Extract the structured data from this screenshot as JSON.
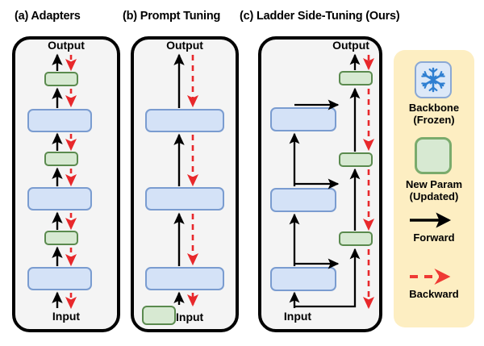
{
  "figure": {
    "panels": [
      {
        "id": "a",
        "title": "(a) Adapters",
        "input_label": "Input",
        "output_label": "Output"
      },
      {
        "id": "b",
        "title": "(b) Prompt Tuning",
        "input_label": "Input",
        "output_label": "Output"
      },
      {
        "id": "c",
        "title": "(c) Ladder Side-Tuning (Ours)",
        "input_label": "Input",
        "output_label": "Output"
      }
    ],
    "legend": {
      "items": [
        {
          "key": "backbone",
          "icon": "snowflake-icon",
          "label_line1": "Backbone",
          "label_line2": "(Frozen)"
        },
        {
          "key": "new_param",
          "icon": "green-square-icon",
          "label_line1": "New Param",
          "label_line2": "(Updated)"
        },
        {
          "key": "forward",
          "icon": "solid-arrow-icon",
          "label_line1": "Forward",
          "label_line2": ""
        },
        {
          "key": "backward",
          "icon": "dashed-arrow-icon",
          "label_line1": "Backward",
          "label_line2": ""
        }
      ]
    },
    "colors": {
      "panel_fill": "#f4f4f4",
      "panel_border": "#000000",
      "legend_fill": "#fdeec2",
      "backbone_fill": "#d4e2f7",
      "backbone_border": "#7a9cd0",
      "new_param_fill": "#d7e9d2",
      "new_param_border": "#5a8a4e",
      "forward_arrow": "#000000",
      "backward_arrow": "#e8282b",
      "snowflake": "#2f7fd1"
    }
  }
}
